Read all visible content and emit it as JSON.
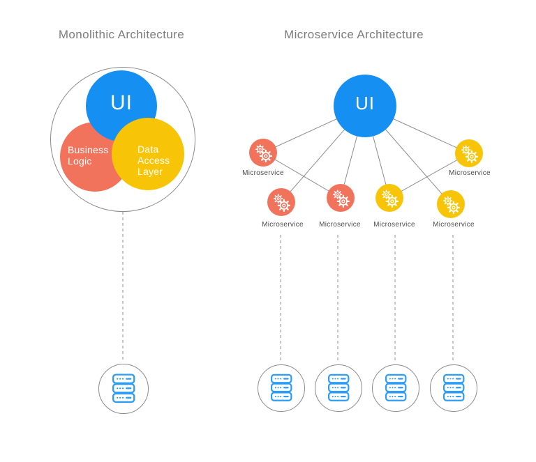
{
  "left_diagram": {
    "title": "Monolithic Architecture",
    "circles": [
      {
        "label": "UI",
        "color": "blue"
      },
      {
        "label": "Business Logic",
        "color": "orange"
      },
      {
        "label": "Data Access Layer",
        "color": "yellow"
      }
    ],
    "database": {
      "icon": "server-stack-icon"
    }
  },
  "right_diagram": {
    "title": "Microservice Architecture",
    "ui": {
      "label": "UI",
      "color": "blue"
    },
    "nodes": [
      {
        "label": "Microservice",
        "color": "orange",
        "icon": "gears-icon"
      },
      {
        "label": "Microservice",
        "color": "orange",
        "icon": "gears-icon"
      },
      {
        "label": "Microservice",
        "color": "orange",
        "icon": "gears-icon"
      },
      {
        "label": "Microservice",
        "color": "yellow",
        "icon": "gears-icon"
      },
      {
        "label": "Microservice",
        "color": "yellow",
        "icon": "gears-icon"
      },
      {
        "label": "Microservice",
        "color": "yellow",
        "icon": "gears-icon"
      }
    ],
    "databases": [
      {
        "icon": "server-stack-icon"
      },
      {
        "icon": "server-stack-icon"
      },
      {
        "icon": "server-stack-icon"
      },
      {
        "icon": "server-stack-icon"
      }
    ]
  },
  "colors": {
    "background": "#ffffff",
    "blue": "#1590f2",
    "orange": "#f2735c",
    "yellow": "#f8c407",
    "db_icon_blue": "#2d9cf5",
    "line_gray": "#8c8c8c",
    "stroke_gray": "#8a8a8a",
    "title_gray": "#7c7c7c",
    "label_dark": "#4c4c4c"
  }
}
